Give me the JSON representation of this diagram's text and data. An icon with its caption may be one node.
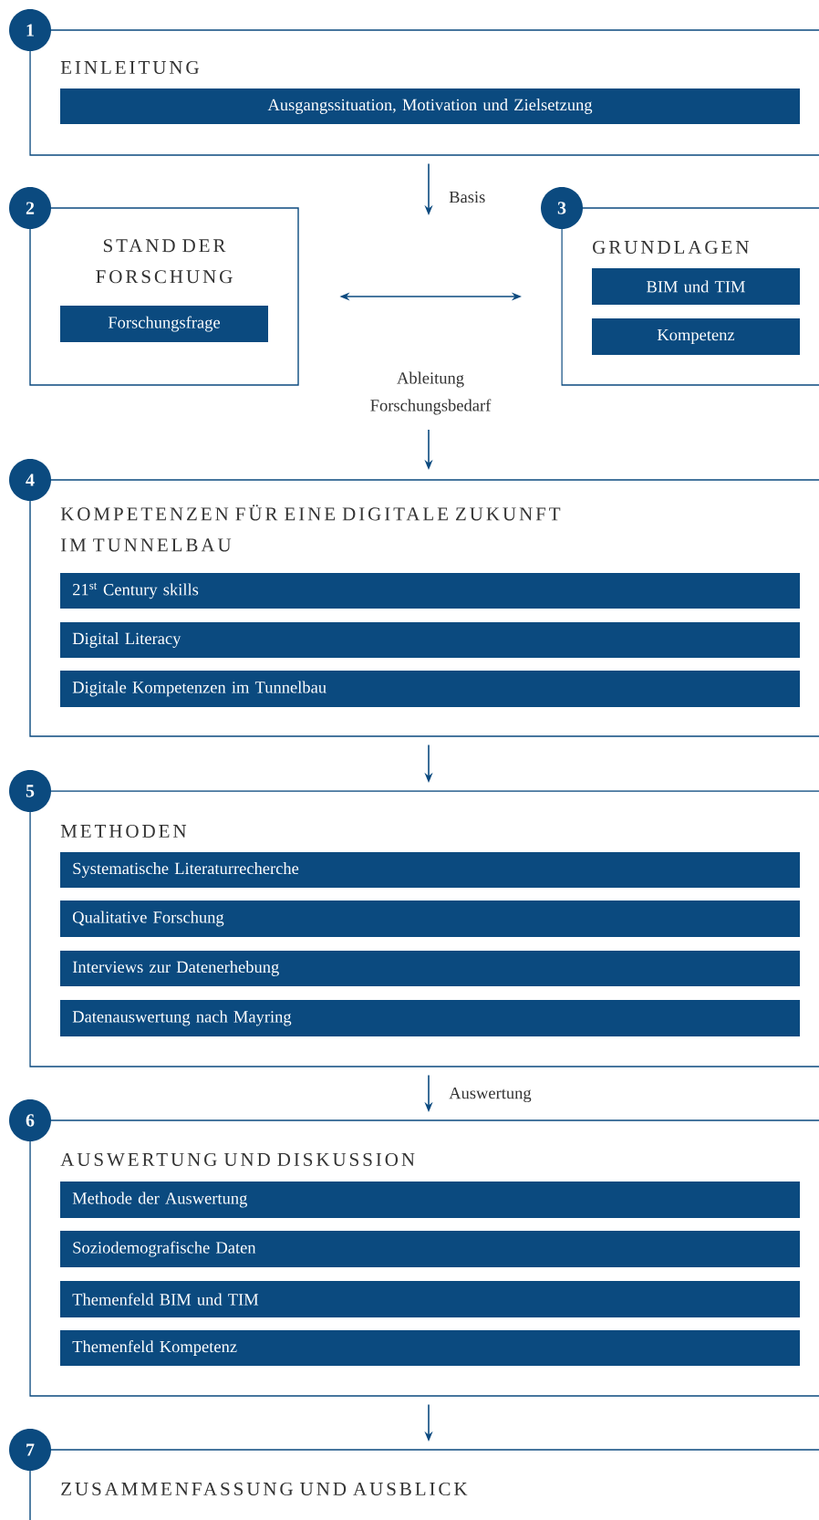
{
  "diagram": {
    "nodes": [
      {
        "text": [
          "1"
        ]
      },
      {
        "text": [
          "EINLEITUNG"
        ]
      },
      {
        "text": [
          "Ausgangssituation, Motivation und Zielsetzung"
        ],
        "in": 1
      },
      {
        "text": [
          "2"
        ]
      },
      {
        "text": [
          "STAND DER FORSCHUNG"
        ]
      },
      {
        "text": [
          "Forschungsfrage"
        ],
        "in": 4
      },
      {
        "text": [
          "3"
        ]
      },
      {
        "text": [
          "GRUNDLAGEN"
        ]
      },
      {
        "text": [
          "BIM und TIM"
        ],
        "in": 7
      },
      {
        "text": [
          "Kompetenz"
        ],
        "in": 7
      },
      {
        "text": [
          "4"
        ]
      },
      {
        "text": [
          "KOMPETENZEN FÜR EINE DIGITALE ZUKUNFT IM TUNNELBAU"
        ]
      },
      {
        "text": [
          "21$^{st}$ Century skills"
        ],
        "in": 11
      },
      {
        "text": [
          "Digital Literacy"
        ],
        "in": 11
      },
      {
        "text": [
          "Digitale Kompetenzen im Tunnelbau"
        ],
        "in": 11
      },
      {
        "text": [
          "5"
        ]
      },
      {
        "text": [
          "METHODEN"
        ]
      },
      {
        "text": [
          "Systematische Literaturrecherche"
        ],
        "in": 16
      },
      {
        "text": [
          "Qualitative Forschung"
        ],
        "in": 16
      },
      {
        "text": [
          "Interviews zur Datenerhebung"
        ],
        "in": 16
      },
      {
        "text": [
          "Datenauswertung nach Mayring"
        ],
        "in": 16
      },
      {
        "text": [
          "6"
        ]
      },
      {
        "text": [
          "AUSWERTUNG UND DISKUSSION"
        ]
      },
      {
        "text": [
          "Methode der Auswertung"
        ],
        "in": 22
      },
      {
        "text": [
          "Soziodemografische Daten"
        ],
        "in": 22
      },
      {
        "text": [
          "Themenfeld BIM und TIM"
        ],
        "in": 22
      },
      {
        "text": [
          "Themenfeld Kompetenz"
        ],
        "in": 22
      },
      {
        "text": [
          "7"
        ]
      },
      {
        "text": [
          "ZUSAMMENFASSUNG UND AUSBLICK"
        ]
      }
    ],
    "edges": [
      {
        "from": 1,
        "to": null,
        "arrow": "to",
        "label": "Basis"
      },
      {
        "from": 4,
        "to": 7,
        "arrow": "both"
      },
      {
        "from": null,
        "to": 11,
        "arrow": "to",
        "label": "Ableitung Forschungsbedarf"
      },
      {
        "from": 11,
        "to": 16,
        "arrow": "to"
      },
      {
        "from": 16,
        "to": 22,
        "arrow": "to",
        "label": "Auswertung"
      },
      {
        "from": 22,
        "to": 28,
        "arrow": "to"
      }
    ]
  }
}
